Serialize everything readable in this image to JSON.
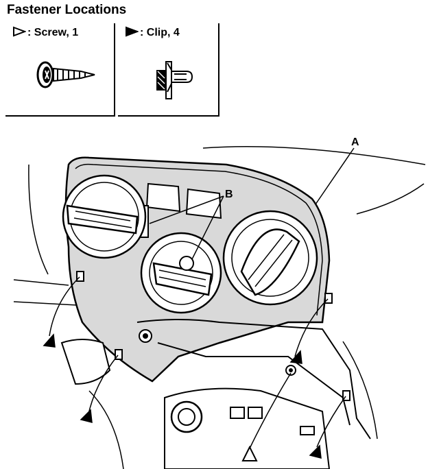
{
  "title": "Fastener Locations",
  "legend": {
    "screw": {
      "symbol": "open-triangle-icon",
      "label": ": Screw, 1"
    },
    "clip": {
      "symbol": "filled-triangle-icon",
      "label": ": Clip, 4"
    }
  },
  "callouts": {
    "a": "A",
    "b": "B"
  }
}
